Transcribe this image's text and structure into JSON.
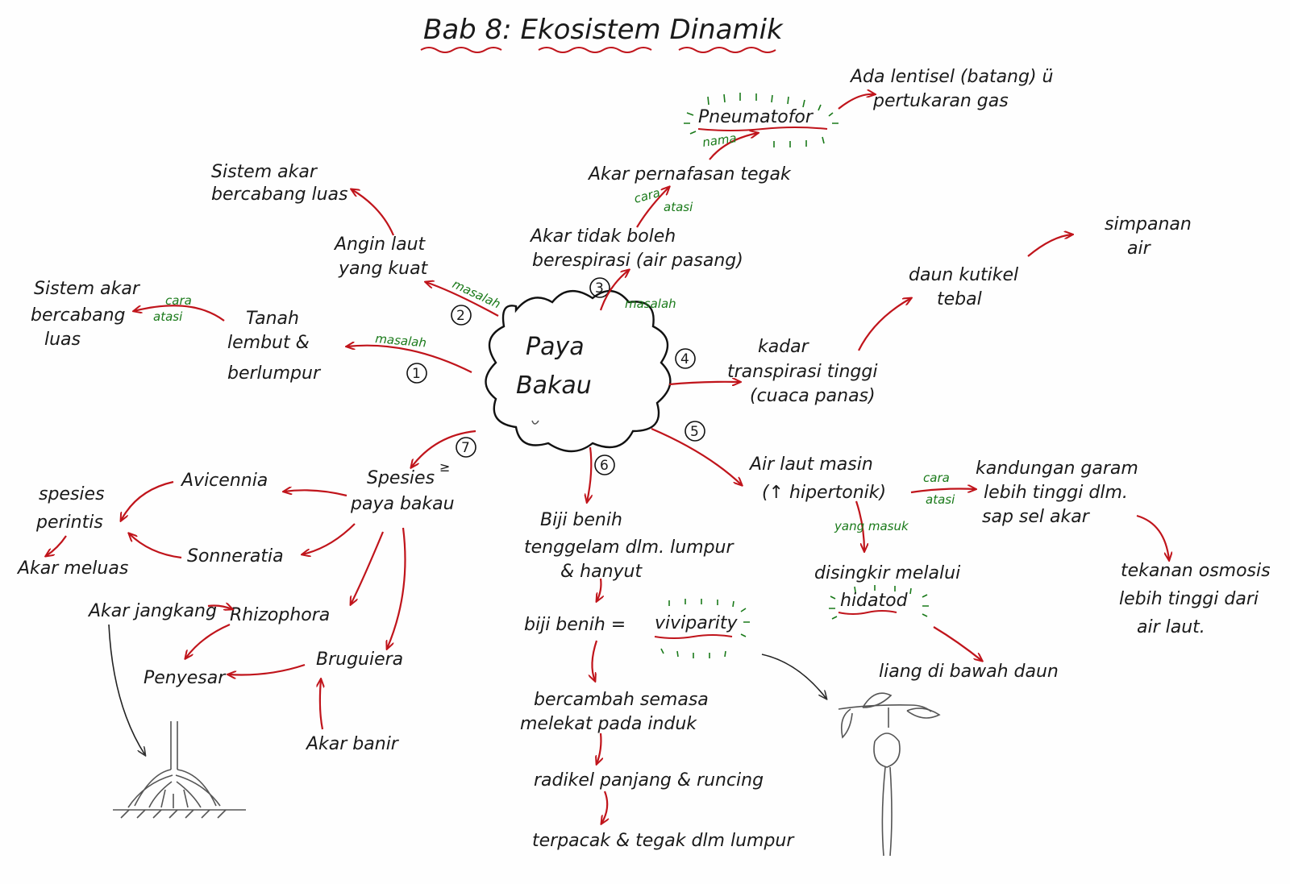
{
  "title": "Bab 8: Ekosistem Dinamik",
  "center": {
    "line1": "Paya",
    "line2": "Bakau"
  },
  "numbers": [
    "1",
    "2",
    "3",
    "4",
    "5",
    "6",
    "7"
  ],
  "labels": {
    "masalah": "masalah",
    "cara_atasi_1": "cara",
    "cara_atasi_2": "atasi",
    "nama": "nama",
    "yang_masuk": "yang masuk",
    "seq_symbol": "≥"
  },
  "branch1": {
    "problem": [
      "Tanah",
      "lembut &",
      "berlumpur"
    ],
    "solution": [
      "Sistem akar",
      "bercabang",
      "luas"
    ]
  },
  "branch2": {
    "problem": [
      "Angin laut",
      "yang kuat"
    ],
    "solution": [
      "Sistem akar",
      "bercabang luas"
    ]
  },
  "branch3": {
    "problem": [
      "Akar tidak boleh",
      "berespirasi (air pasang)"
    ],
    "solution": "Akar pernafasan tegak",
    "name": "Pneumatofor",
    "detail": [
      "Ada lentisel (batang) ü",
      "pertukaran gas"
    ]
  },
  "branch4": {
    "problem": [
      "kadar",
      "transpirasi tinggi",
      "(cuaca panas)"
    ],
    "solution": [
      "daun kutikel",
      "tebal"
    ],
    "result": [
      "simpanan",
      "air"
    ]
  },
  "branch5": {
    "problem": [
      "Air laut masin",
      "(↑ hipertonik)"
    ],
    "solution": [
      "kandungan garam",
      "lebih tinggi dlm.",
      "sap sel akar"
    ],
    "result": [
      "tekanan osmosis",
      "lebih tinggi dari",
      "air laut."
    ],
    "excrete": [
      "disingkir melalui",
      "hidatod"
    ],
    "location": "liang di bawah daun"
  },
  "branch6": {
    "problem": [
      "Biji benih",
      "tenggelam dlm. lumpur",
      "& hanyut"
    ],
    "term_left": "biji benih =",
    "term": "viviparity",
    "steps": [
      [
        "bercambah semasa",
        "melekat pada induk"
      ],
      [
        "radikel panjang & runcing"
      ],
      [
        "terpacak & tegak dlm lumpur"
      ]
    ]
  },
  "branch7": {
    "heading": [
      "Spesies",
      "paya bakau"
    ],
    "species": [
      "Avicennia",
      "Sonneratia",
      "Rhizophora",
      "Bruguiera"
    ],
    "pioneer": [
      "spesies",
      "perintis"
    ],
    "pioneer_root": "Akar meluas",
    "prop_root": "Akar jangkang",
    "colonizer": "Penyesar",
    "buttress": "Akar banir"
  }
}
